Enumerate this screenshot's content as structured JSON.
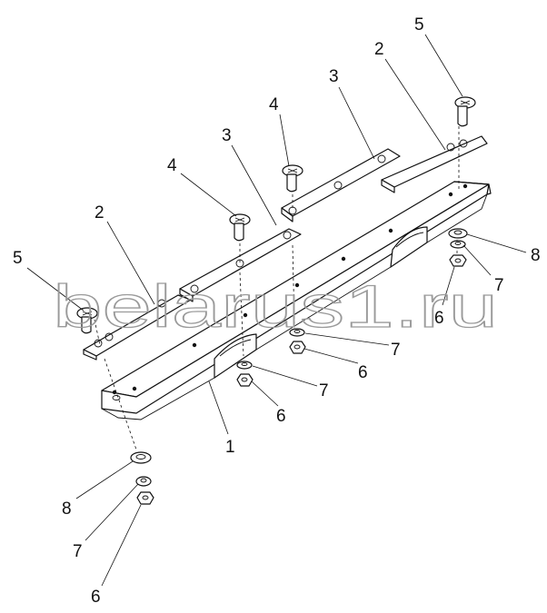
{
  "diagram": {
    "watermark": "belarus1.ru",
    "callouts": [
      {
        "id": "c-5-top",
        "text": "5"
      },
      {
        "id": "c-2-top",
        "text": "2"
      },
      {
        "id": "c-3-top",
        "text": "3"
      },
      {
        "id": "c-4-top",
        "text": "4"
      },
      {
        "id": "c-3-mid",
        "text": "3"
      },
      {
        "id": "c-4-mid",
        "text": "4"
      },
      {
        "id": "c-2-left",
        "text": "2"
      },
      {
        "id": "c-5-left",
        "text": "5"
      },
      {
        "id": "c-8-right",
        "text": "8"
      },
      {
        "id": "c-7-right",
        "text": "7"
      },
      {
        "id": "c-6-right",
        "text": "6"
      },
      {
        "id": "c-7-center-a",
        "text": "7"
      },
      {
        "id": "c-6-center-a",
        "text": "6"
      },
      {
        "id": "c-7-center-b",
        "text": "7"
      },
      {
        "id": "c-6-center-b",
        "text": "6"
      },
      {
        "id": "c-1",
        "text": "1"
      },
      {
        "id": "c-8-bottom",
        "text": "8"
      },
      {
        "id": "c-7-bottom",
        "text": "7"
      },
      {
        "id": "c-6-bottom",
        "text": "6"
      }
    ]
  }
}
